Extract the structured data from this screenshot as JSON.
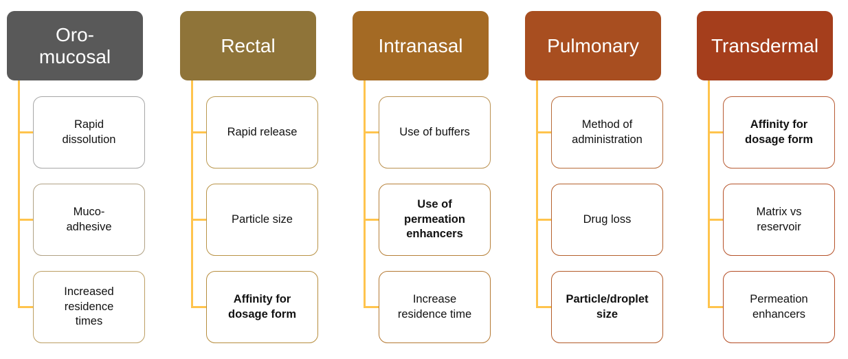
{
  "figure": {
    "type": "smartart-hierarchy-list",
    "description": "Drug delivery routes with formulation considerations",
    "background": "#FFFFFF",
    "connector_color": "#FFC44D",
    "text_color": "#111111"
  },
  "columns": [
    {
      "title": "Oro-\nmucosal",
      "color": "#595959",
      "children": [
        {
          "text": "Rapid\ndissolution",
          "border_color": "#A6A6A6",
          "weight": "normal"
        },
        {
          "text": "Muco-\nadhesive",
          "border_color": "#B0A184",
          "weight": "normal"
        },
        {
          "text": "Increased\nresidence\ntimes",
          "border_color": "#BC9E62",
          "weight": "normal"
        }
      ]
    },
    {
      "title": "Rectal",
      "color": "#8F7439",
      "children": [
        {
          "text": "Rapid release",
          "border_color": "#BA984F",
          "weight": "normal"
        },
        {
          "text": "Particle size",
          "border_color": "#B89245",
          "weight": "normal"
        },
        {
          "text": "Affinity for\ndosage form",
          "border_color": "#B68C3C",
          "weight": "bold"
        }
      ]
    },
    {
      "title": "Intranasal",
      "color": "#A46A24",
      "children": [
        {
          "text": "Use of buffers",
          "border_color": "#B9904F",
          "weight": "normal"
        },
        {
          "text": "Use of\npermeation\nenhancers",
          "border_color": "#B68038",
          "weight": "bold"
        },
        {
          "text": "Increase\nresidence time",
          "border_color": "#B47831",
          "weight": "normal"
        }
      ]
    },
    {
      "title": "Pulmonary",
      "color": "#A84E20",
      "children": [
        {
          "text": "Method of\nadministration",
          "border_color": "#B76A37",
          "weight": "normal"
        },
        {
          "text": "Drug loss",
          "border_color": "#B5602C",
          "weight": "normal"
        },
        {
          "text": "Particle/droplet\nsize",
          "border_color": "#B35A27",
          "weight": "bold"
        }
      ]
    },
    {
      "title": "Transdermal",
      "color": "#A53E1C",
      "children": [
        {
          "text": "Affinity for\ndosage form",
          "border_color": "#B75B33",
          "weight": "bold"
        },
        {
          "text": "Matrix vs\nreservoir",
          "border_color": "#B55128",
          "weight": "normal"
        },
        {
          "text": "Permeation\nenhancers",
          "border_color": "#B44B23",
          "weight": "normal"
        }
      ]
    }
  ]
}
